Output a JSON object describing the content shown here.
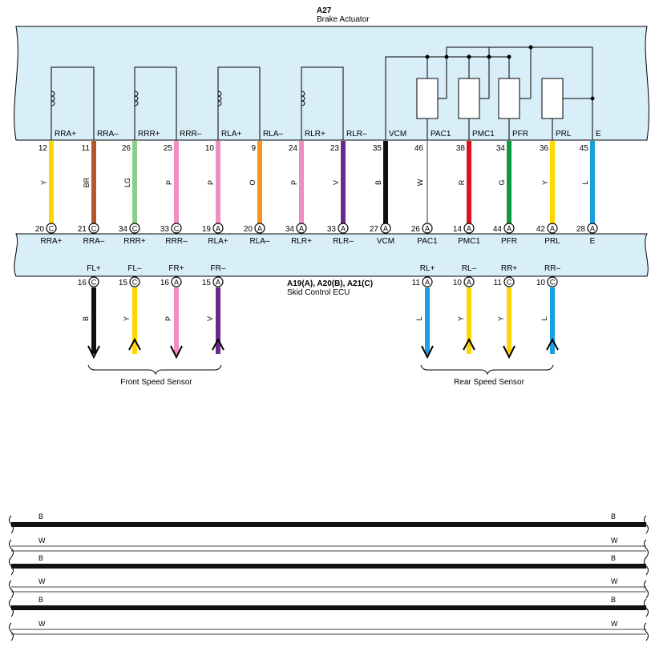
{
  "actuator": {
    "id": "A27",
    "name": "Brake Actuator"
  },
  "ecu": {
    "id": "A19(A), A20(B), A21(C)",
    "name": "Skid Control ECU"
  },
  "colors": {
    "Y": "#ffd700",
    "BR": "#b5572b",
    "LG": "#8ccf8c",
    "P": "#ef8ec0",
    "O": "#f7941d",
    "V": "#6a2a8c",
    "B": "#111111",
    "W": "#ffffff",
    "R": "#e0101e",
    "G": "#0a9a3c",
    "L": "#1aa0e0"
  },
  "wires": [
    {
      "top_label": "RRA+",
      "top_pin": "12",
      "color": "Y",
      "bot_pin": "20",
      "conn": "C",
      "bot_label": "RRA+"
    },
    {
      "top_label": "RRA–",
      "top_pin": "11",
      "color": "BR",
      "bot_pin": "21",
      "conn": "C",
      "bot_label": "RRA–"
    },
    {
      "top_label": "RRR+",
      "top_pin": "26",
      "color": "LG",
      "bot_pin": "34",
      "conn": "C",
      "bot_label": "RRR+"
    },
    {
      "top_label": "RRR–",
      "top_pin": "25",
      "color": "P",
      "bot_pin": "33",
      "conn": "C",
      "bot_label": "RRR–"
    },
    {
      "top_label": "RLA+",
      "top_pin": "10",
      "color": "P",
      "bot_pin": "19",
      "conn": "A",
      "bot_label": "RLA+"
    },
    {
      "top_label": "RLA–",
      "top_pin": "9",
      "color": "O",
      "bot_pin": "20",
      "conn": "A",
      "bot_label": "RLA–"
    },
    {
      "top_label": "RLR+",
      "top_pin": "24",
      "color": "P",
      "bot_pin": "34",
      "conn": "A",
      "bot_label": "RLR+"
    },
    {
      "top_label": "RLR–",
      "top_pin": "23",
      "color": "V",
      "bot_pin": "33",
      "conn": "A",
      "bot_label": "RLR–"
    },
    {
      "top_label": "VCM",
      "top_pin": "35",
      "color": "B",
      "bot_pin": "27",
      "conn": "A",
      "bot_label": "VCM"
    },
    {
      "top_label": "PAC1",
      "top_pin": "46",
      "color": "W",
      "bot_pin": "26",
      "conn": "A",
      "bot_label": "PAC1"
    },
    {
      "top_label": "PMC1",
      "top_pin": "38",
      "color": "R",
      "bot_pin": "14",
      "conn": "A",
      "bot_label": "PMC1"
    },
    {
      "top_label": "PFR",
      "top_pin": "34",
      "color": "G",
      "bot_pin": "44",
      "conn": "A",
      "bot_label": "PFR"
    },
    {
      "top_label": "PRL",
      "top_pin": "36",
      "color": "Y",
      "bot_pin": "42",
      "conn": "A",
      "bot_label": "PRL"
    },
    {
      "top_label": "E",
      "top_pin": "45",
      "color": "L",
      "bot_pin": "28",
      "conn": "A",
      "bot_label": "E"
    }
  ],
  "sensors": [
    {
      "label": "FL+",
      "pin": "16",
      "conn": "C",
      "color": "B",
      "arrow": "down"
    },
    {
      "label": "FL–",
      "pin": "15",
      "conn": "C",
      "color": "Y",
      "arrow": "up"
    },
    {
      "label": "FR+",
      "pin": "16",
      "conn": "A",
      "color": "P",
      "arrow": "down"
    },
    {
      "label": "FR–",
      "pin": "15",
      "conn": "A",
      "color": "V",
      "arrow": "up"
    },
    {
      "label": "RL+",
      "pin": "11",
      "conn": "A",
      "color": "L",
      "arrow": "down"
    },
    {
      "label": "RL–",
      "pin": "10",
      "conn": "A",
      "color": "Y",
      "arrow": "up"
    },
    {
      "label": "RR+",
      "pin": "11",
      "conn": "C",
      "color": "Y",
      "arrow": "down"
    },
    {
      "label": "RR–",
      "pin": "10",
      "conn": "C",
      "color": "L",
      "arrow": "up"
    }
  ],
  "sensor_groups": [
    {
      "label": "Front Speed Sensor"
    },
    {
      "label": "Rear Speed Sensor"
    }
  ],
  "bottom_wires": [
    {
      "color": "B",
      "left_label": "B",
      "right_label": "B"
    },
    {
      "color": "W",
      "left_label": "W",
      "right_label": "W"
    },
    {
      "color": "B",
      "left_label": "B",
      "right_label": "B"
    },
    {
      "color": "W",
      "left_label": "W",
      "right_label": "W"
    },
    {
      "color": "B",
      "left_label": "B",
      "right_label": "B"
    },
    {
      "color": "W",
      "left_label": "W",
      "right_label": "W"
    }
  ]
}
